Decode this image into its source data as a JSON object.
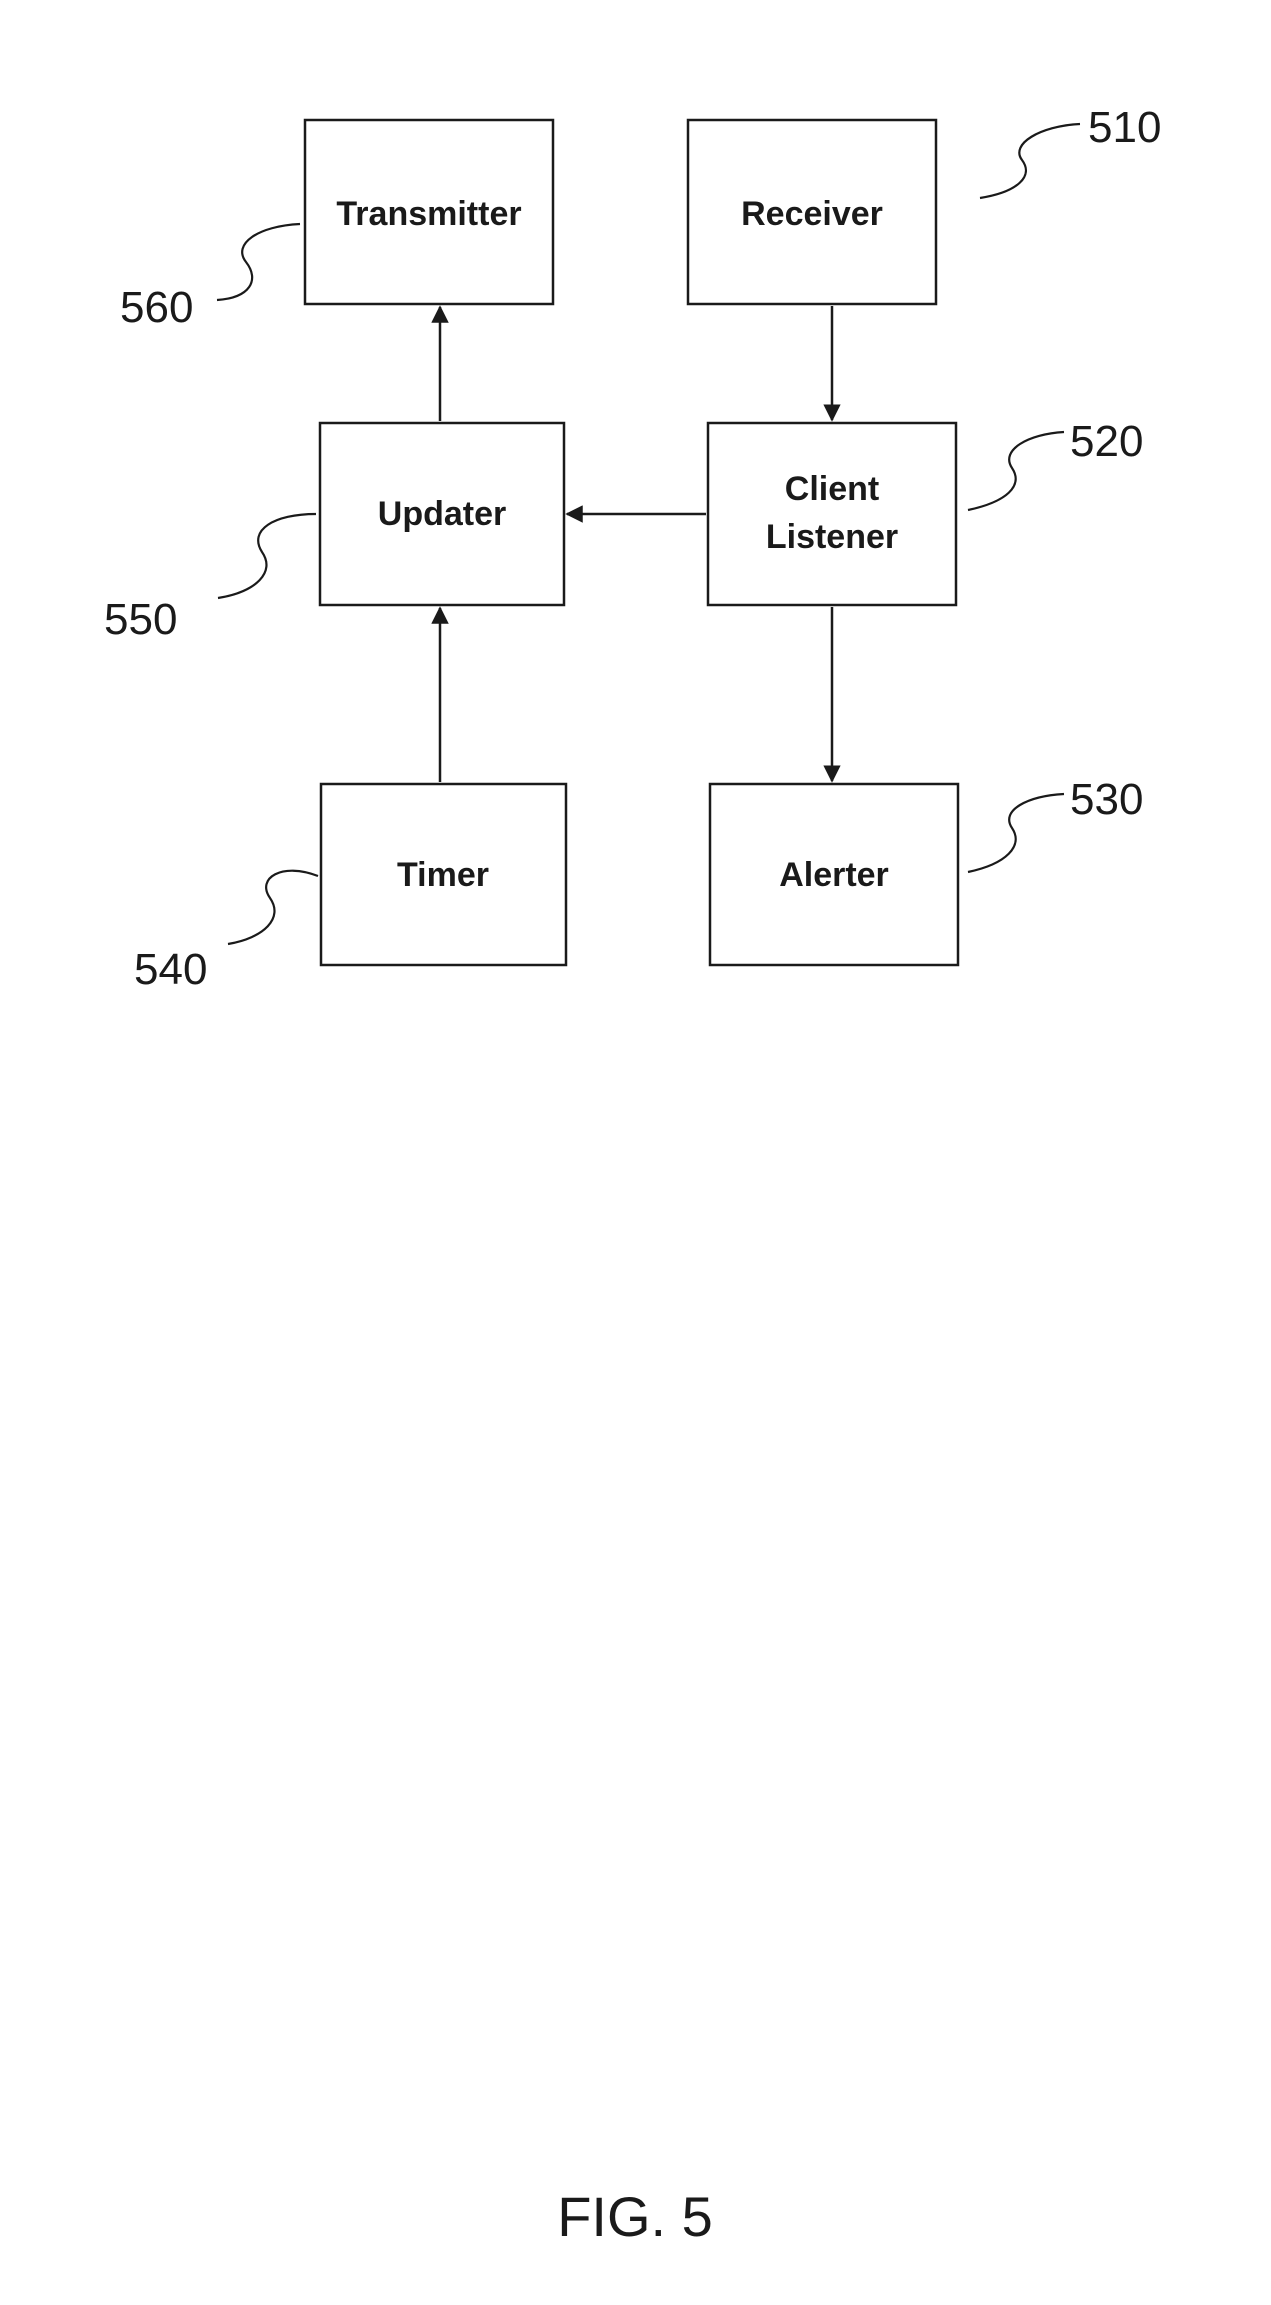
{
  "figure": {
    "caption": "FIG. 5"
  },
  "nodes": {
    "transmitter": {
      "label": "Transmitter",
      "ref": "560"
    },
    "receiver": {
      "label": "Receiver",
      "ref": "510"
    },
    "updater": {
      "label": "Updater",
      "ref": "550"
    },
    "client_listener": {
      "label_line1": "Client",
      "label_line2": "Listener",
      "ref": "520"
    },
    "timer": {
      "label": "Timer",
      "ref": "540"
    },
    "alerter": {
      "label": "Alerter",
      "ref": "530"
    }
  },
  "edges": [
    {
      "from": "receiver",
      "to": "client_listener"
    },
    {
      "from": "client_listener",
      "to": "updater"
    },
    {
      "from": "client_listener",
      "to": "alerter"
    },
    {
      "from": "updater",
      "to": "transmitter"
    },
    {
      "from": "timer",
      "to": "updater"
    }
  ]
}
